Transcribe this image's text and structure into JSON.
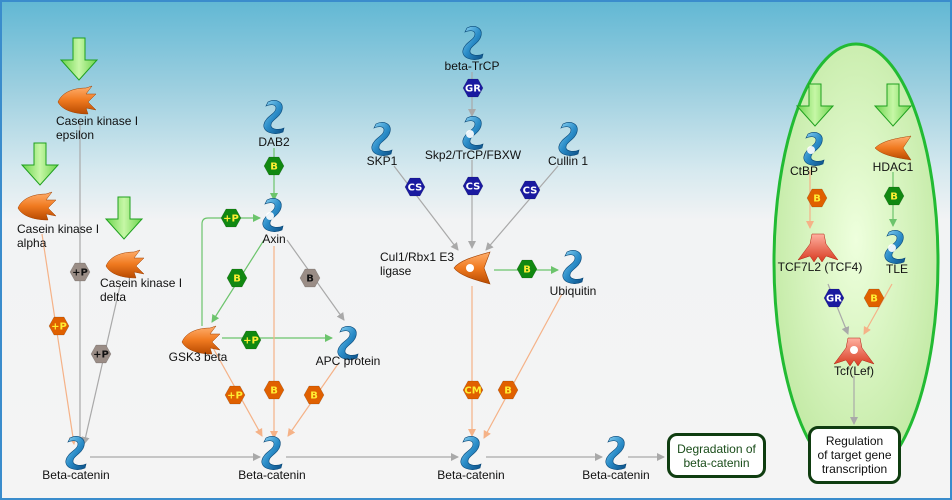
{
  "diagram": {
    "title": "Beta-catenin degradation pathway",
    "colors": {
      "frame": "#3a8ccc",
      "protein": "#2a8cc8",
      "enzyme": "#f07a20",
      "edge_gray": "#a9a9a9",
      "edge_orange": "#f5b287",
      "edge_green": "#6cc46c",
      "badge_green": "#118811",
      "badge_orange": "#e06000",
      "badge_gray": "#9a8d86",
      "badge_blue": "#1a1aa0",
      "badge_text_yellow": "#ffee33",
      "process_border": "#0f3d10",
      "nucleus_fill": "#cdeeb2",
      "nucleus_border": "#22bb33",
      "arrow_green": "#8fe070"
    },
    "nodes": {
      "ck1_epsilon": "Casein kinase I\nepsilon",
      "ck1_alpha": "Casein kinase I\nalpha",
      "ck1_delta": "Casein kinase I\ndelta",
      "dab2": "DAB2",
      "axin": "Axin",
      "gsk3b": "GSK3 beta",
      "apc": "APC protein",
      "beta_trcp": "beta-TrCP",
      "skp2": "Skp2/TrCP/FBXW",
      "skp1": "SKP1",
      "cullin1": "Cullin 1",
      "cul1_ligase": "Cul1/Rbx1 E3\nligase",
      "ubiquitin": "Ubiquitin",
      "bcat1": "Beta-catenin",
      "bcat2": "Beta-catenin",
      "bcat3": "Beta-catenin",
      "bcat4": "Beta-catenin",
      "ctbp": "CtBP",
      "hdac1": "HDAC1",
      "tcf7l2": "TCF7L2 (TCF4)",
      "tle": "TLE",
      "tcf_lef": "Tcf(Lef)"
    },
    "processes": {
      "degradation": "Degradation of\nbeta-catenin",
      "regulation": "Regulation\nof target gene\ntranscription"
    },
    "badges": {
      "plus_p": "+P",
      "binding": "B",
      "group": "GR",
      "complex": "CS",
      "cleavage_mod": "CM"
    }
  }
}
